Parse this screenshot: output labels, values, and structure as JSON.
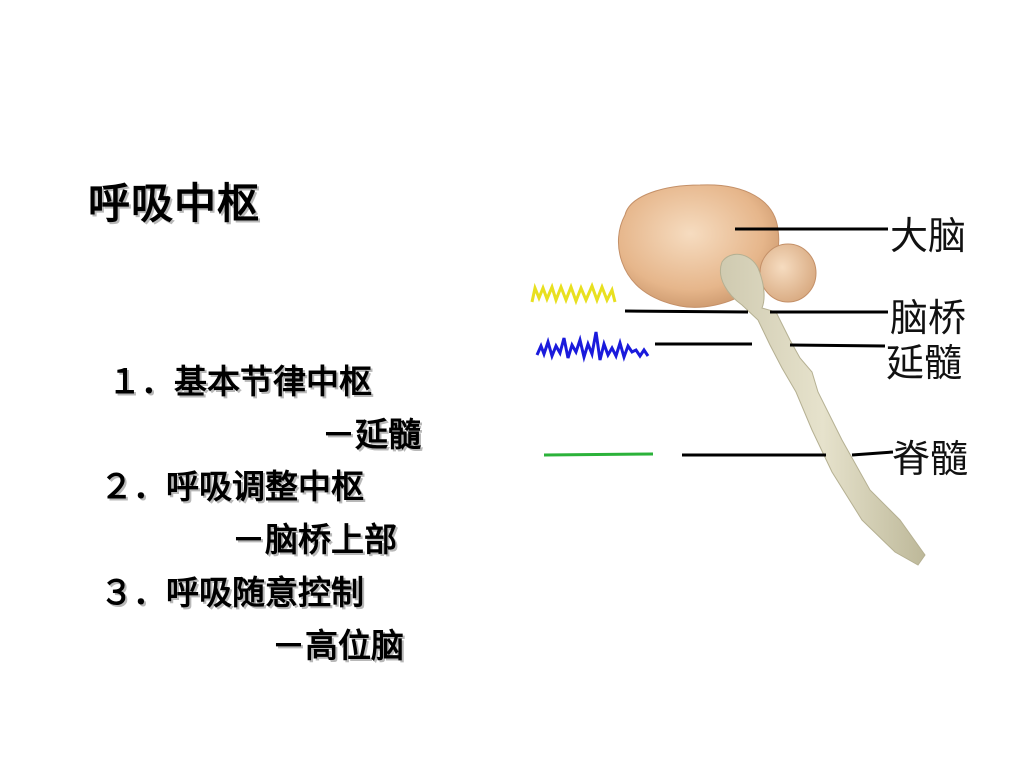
{
  "slide": {
    "title": "呼吸中枢",
    "items": [
      {
        "label": "１．基本节律中枢",
        "sub": "－延髓"
      },
      {
        "label": "２．呼吸调整中枢",
        "sub": "－脑桥上部"
      },
      {
        "label": "３．呼吸随意控制",
        "sub": "－高位脑"
      }
    ]
  },
  "diagram": {
    "labels": {
      "cerebrum": "大脑",
      "pons": "脑桥",
      "medulla": "延髓",
      "spinal_cord": "脊髓"
    },
    "colors": {
      "brain": "#e8b98f",
      "brainstem": "#dcd8c0",
      "pons_wave": "#e8e020",
      "medulla_wave": "#1a1adc",
      "spinal_line": "#2bb23a"
    }
  }
}
